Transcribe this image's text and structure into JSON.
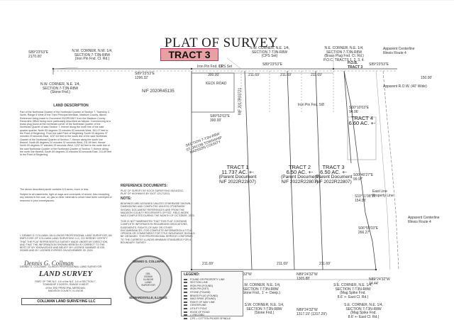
{
  "title": "PLAT OF SURVEY",
  "tract_banner": "TRACT 3",
  "corners": {
    "nw_top": [
      "N.W. CORNER, N.W. 1/4,",
      "SECTION 7-T3N-R8W",
      "(Iron Pin Fnd. Cl. Rd.)"
    ],
    "nw_mid": [
      "N.W. CORNER, N.E. 1/4,",
      "SECTION 7-T3N-R8W",
      "(CPS Set)"
    ],
    "ne_top": [
      "N.E. CORNER, N.E. 1/4,",
      "SECTION 7-T3N-R8W",
      "(Brass Plug Fnd. Cl. Rd.)",
      "P.O.C. TRACTS 1, 2, 3, 4."
    ],
    "nw_left": [
      "N.W. CORNER, N.E. 1/4,",
      "SECTION 7-T3N-R8W",
      "(Stone Fnd.)"
    ],
    "sw_bottom": [
      "S.W. CORNER, N.E. 1/4,",
      "SECTION 7-T3N-R8W",
      "(Stone Fnd., 1' +- Deep.)"
    ],
    "se_bottom": [
      "S.E. CORNER, N.E. 1/4,",
      "SECTION 7-T3N-R8W",
      "(Mag Spike Fnd.",
      "8.6' +- East Cl. Rd.)"
    ],
    "sw_lower": [
      "S.W. CORNER, N.E. 1/4,",
      "SECTION 7-T3N-R8W",
      "(Stone Fnd.)"
    ],
    "se_lower": [
      "S.E. CORNER, N.E. 1/4,",
      "SECTION 7-T3N-R8W",
      "(Mag Spike Fnd.",
      "8.6' +- East Cl. Rd.)"
    ]
  },
  "bearings": {
    "top_left": "S89°23'53\"E",
    "top_left_dist": "2170.00'",
    "top_mid": "S89°23'53\"E",
    "top_mid_dist": "1296.32'",
    "top_right": "S89°23'53\"E",
    "north_dist": "300.00'",
    "north_dist2": "211.69'",
    "north_dist3": "211.69'",
    "north_dist4": "211.69'",
    "mid_bearing": "S89°52'03\"E",
    "mid_dist": "300.00'",
    "south_bearing": "N89°24'32\"W",
    "south_dist": "1305.88'",
    "south_lot": "211.69'",
    "south_lot2": "211.69'",
    "south_lot3": "211.69'",
    "lower_bearing": "N89°24'32\"W",
    "lower_dist": "1317.19' (1317.29')",
    "right_bearing": "N89°24'32\"W",
    "right_dist": "74.44'",
    "east_seg1": "S00°10'03\"E",
    "east_seg1_dist": "94.06'",
    "east_seg2": "S00°40'27\"E",
    "east_seg2_dist": "99.97'",
    "east_seg3": "S10°11'08\"W",
    "east_seg3_dist": "154.05'",
    "east_seg4": "S06°55'03\"E",
    "east_seg4_dist": "266.27'",
    "top_right_dist": "150.00'"
  },
  "tracts": [
    {
      "name": "TRACT 1",
      "acres": "11.737 AC. +-",
      "note": "(Parent Document",
      "doc": "N/F 2022R22807)"
    },
    {
      "name": "TRACT 2",
      "acres": "6.50 AC. +-",
      "note": "(Parent Document",
      "doc": "N/F 2022R22807)"
    },
    {
      "name": "TRACT 3",
      "acres": "6.50 AC. +-",
      "note": "(Parent Document",
      "doc": "N/F 2022R22807)"
    },
    {
      "name": "TRACT 4",
      "acres": "6.60 AC. +-",
      "note": "",
      "doc": ""
    }
  ],
  "road_label": [
    "SECTION 7-T3N-R8W",
    "ST. JACOB TOWNSHIP",
    "MADISON COUNTY"
  ],
  "nf_label": "N/F 2020R45135",
  "nf_label2": "N/F 2017R03721",
  "keck_road": "KECK ROAD",
  "pob": "P.O.B.",
  "pob_tract3": "TRACT 3",
  "land_description_heading": "LAND DESCRIPTION",
  "land_description": "Part of the Northeast Quarter of the Northeast Quarter of Section 7, Township 3 North, Range 8 West of the Third Principal Meridian, Madison County, Illinois. Reference being made to Document 2022R22807 from the Madison County Recorders Office being more particularly described as follows: Commencing at a brass plug found at the northeast corner of the Northeast Quarter of the Northeast Quarter of said Section 7; thence along the north line of the said quarter quarter, North 89 degrees 23 minutes 53 seconds West, 361.07 feet to the Point of Beginning. From the said Point of Beginning South 00 degrees 37 minutes 29 seconds East, 1237.63 feet to the south line of the said Northeast Quarter of the Northeast Quarter of Section 7; thence along the south line thereof, North 89 degrees 24 minutes 32 seconds West, 211.69 feet; thence North 00 degrees 37 minutes 29 seconds West, 1237.84 feet to the north line of the said Northeast Quarter of the Northeast Quarter of Section 7; thence along the north line thereof, South 89 degrees 23 minutes 53 seconds East, 211.69 feet to the Point of Beginning.",
  "acreage_note": "The above described parcel contains 6.5 acres, more or less.",
  "subject_note": "Subject to all easements, right of ways and covenants of record. Also excepting any interest in the coal, oil, gas or other minerals to which have been conveyed or reserved in prior conveyances.",
  "reference_heading": "REFERENCE DOCUMENTS:",
  "reference_docs": [
    "PLAT OF SURVEY BY KOCH SURVEYING 06/14/2011.",
    "PLAT OF HIGHWAYS BY IDOT 12/17/2013."
  ],
  "note_heading": "NOTE:",
  "note_text": "BEARINGS ARE ASSUMED UNLESS OTHERWISE SHOWN. DIMENSIONS AND COMPUTED UNLESS OTHERWISE SHOWN. DOCUMENT REFERENCES ARE FROM THE MADISON COUNTY RECORDER'S OFFICE. FIELD WORK WAS COMPLETED DURING THE MONTH OF OCTOBER, 2023.",
  "warranty_text": "THIS IS NOT WARRANTED THAT THIS PLAT CONTAINS COMPLETE INFORMATION REGARDING DEDICATIONS, EASEMENTS, RIGHTS-OF-WAY OR OTHER ENCUMBRANCES. FOR COMPLETE INFORMATION A TITLE OPINION OR COMMITMENT FOR TITLE INSURANCE SHOULD BE OBTAINED. THIS PROFESSIONAL SERVICE CONFORMS TO THE CURRENT ILLINOIS MINIMUM STANDARDS FOR A BOUNDARY SURVEY.",
  "certification": "I, DENNIS G. COLLMAN, AN ILLINOIS PROFESSIONAL LAND SURVEYOR, AN EMPLOYEE OF COLLMAN LAND SURVEYING LLC, DO HEREBY CERTIFY THAT THE PLAT REPRESENTS A SURVEY MADE UNDER MY DIRECTION AND THAT THE INFORMATION SHOWN HEREON IS CORRECT TO THE BEST OF MY KNOWLEDGE AND BELIEF. MY LICENSE NUMBER IS 035-002840 AND MY LICENSE EXPIRES ON NOVEMBER 30, 2024.",
  "surveyor_name": "DENNIS G. COLLMAN",
  "surveyor_title": "DENNIS G. COLLMAN - ILLINOIS PROFESSIONAL LAND SURVEYOR",
  "signature": "Dennis G. Collman",
  "land_survey_heading": "LAND SURVEY",
  "survey_subtitle": [
    "PART OF THE N.E. 1/4 of the N.E. 1/4 of SECTION 7,",
    "TOWNSHIP 3 NORTH, RANGE 8 WEST",
    "of the 3RD PRINCIPAL MERIDIAN,",
    "MADISON COUNTY, ILLINOIS"
  ],
  "company": "COLLMAN LAND SURVEYING LLC",
  "seal": {
    "top": "DENNIS G. COLLMAN",
    "center": [
      "035-",
      "002840",
      "ILLINOIS",
      "LAND",
      "SURVEYOR"
    ],
    "bottom": "EDWARDSVILLE, ILLINOIS"
  },
  "legend": {
    "heading": "LEGEND:",
    "rows": [
      "FOUND OR PROPERTY LINE",
      "SECTION LINE",
      "IRON PIN (FOUND)",
      "IRON PIN (SET)",
      "STONE (FOUND)",
      "BRASS PLUG (FOUND)",
      "MAG SPIKE (FOUND)",
      "RIGHT OF WAY LINE",
      "CENTERLINE",
      "UTILITY POLE",
      "EDGE OF ROAD",
      "( ) RECORD",
      "CPS = COTTON PICKER SPINDLE"
    ]
  },
  "small_labels": {
    "iron_pin": "Iron Pin Fnd. 1/2",
    "iron_pin2": "Iron Pin Fnd. 5/8",
    "cps_set": "CPS Set",
    "apparent_row": "Apparent R.O.W. (40' Wide)",
    "apparent_centerline": "Apparent Centerline",
    "illinois_route": "Illinois Route 4",
    "east_line": "East Line",
    "property_line": "Property Line"
  }
}
